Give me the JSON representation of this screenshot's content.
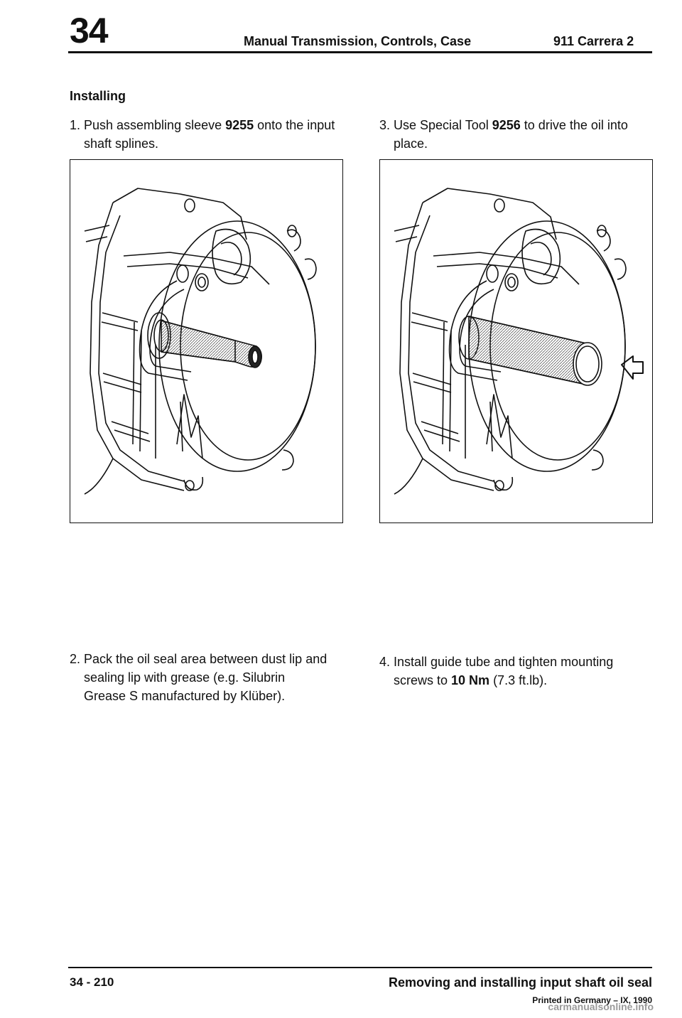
{
  "header": {
    "chapter": "34",
    "title": "Manual Transmission, Controls, Case",
    "model": "911 Carrera 2"
  },
  "section_title": "Installing",
  "steps": [
    {
      "num": "1.",
      "pre": "Push assembling sleeve ",
      "bold": "9255",
      "post": " onto the input",
      "line2": "shaft splines."
    },
    {
      "num": "2.",
      "line1": "Pack the oil seal area between dust lip and",
      "line2": "sealing lip with grease (e.g. Silubrin",
      "line3": "Grease S manufactured by Klüber)."
    },
    {
      "num": "3.",
      "pre": "Use Special Tool ",
      "bold": "9256",
      "post": " to drive the oil into",
      "line2": "place."
    },
    {
      "num": "4.",
      "line1": "Install guide tube and tighten mounting",
      "pre2": "screws to ",
      "bold2": "10 Nm",
      "post2": " (7.3 ft.lb)."
    }
  ],
  "footer": {
    "page": "34 - 210",
    "title": "Removing and installing input shaft oil seal",
    "printed": "Printed in Germany – IX, 1990",
    "watermark": "carmanualsonline.info"
  }
}
